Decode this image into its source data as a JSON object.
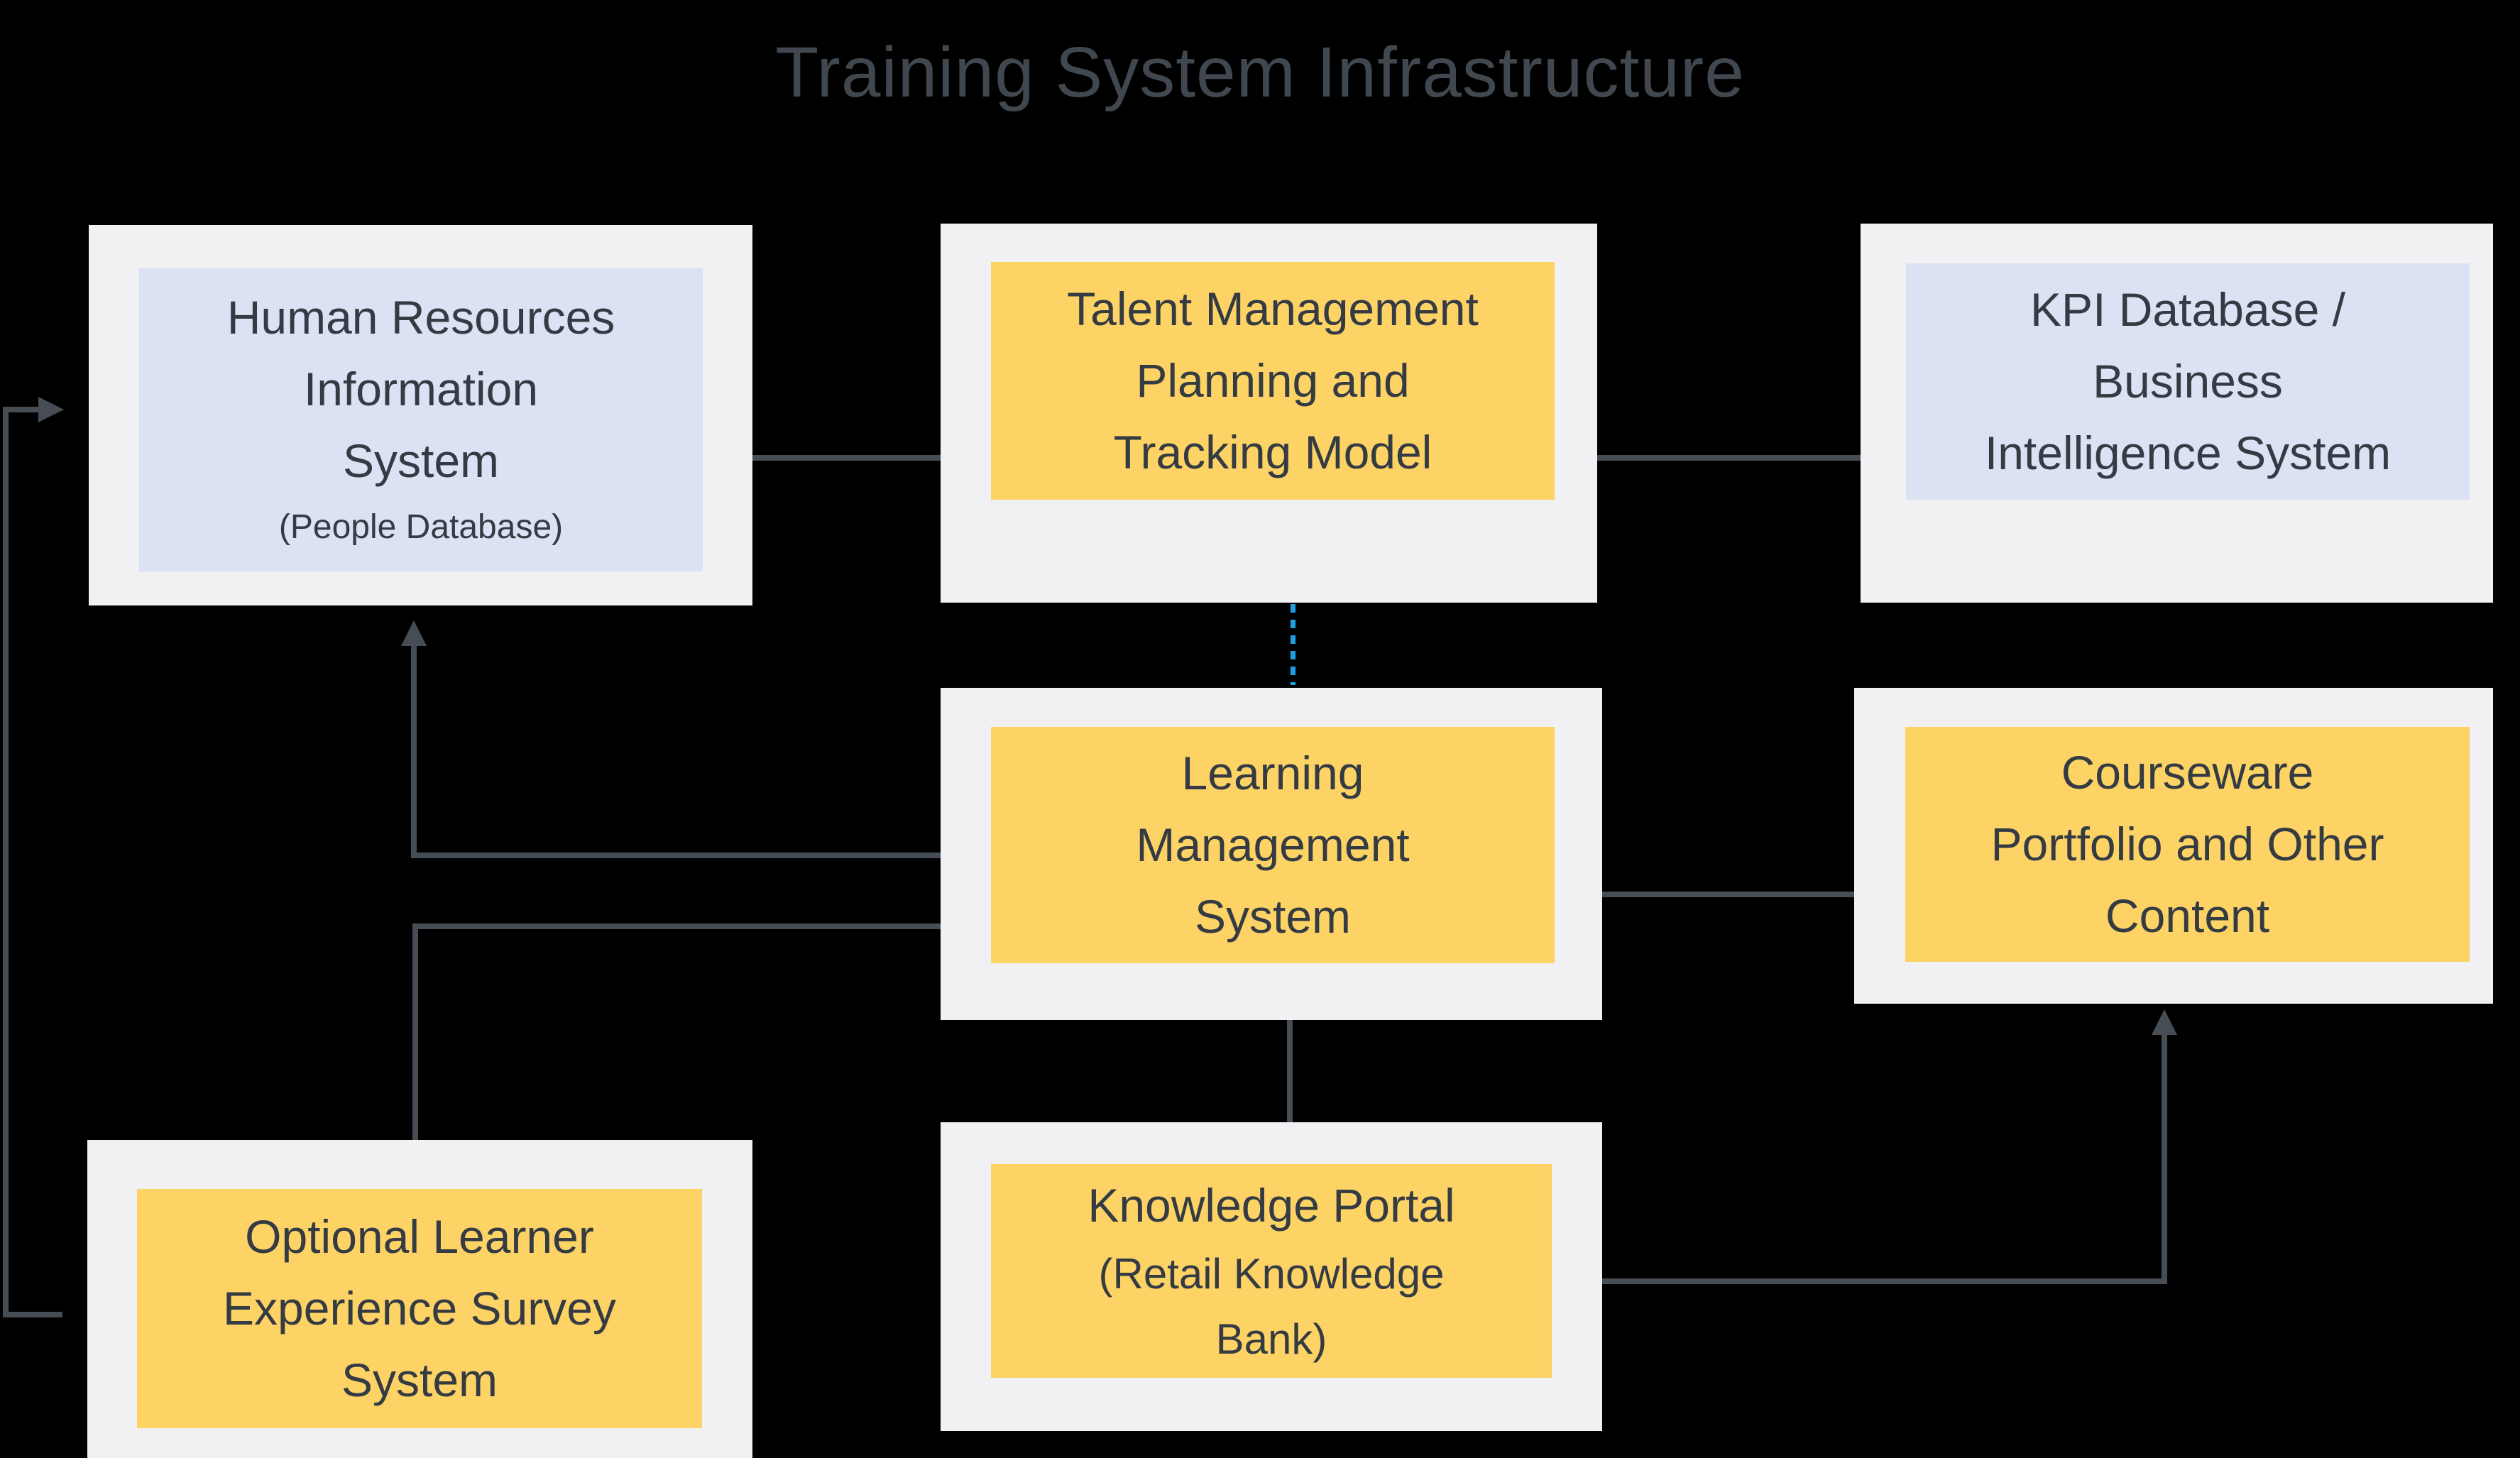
{
  "title": "Training System Infrastructure",
  "colors": {
    "background": "#000000",
    "node_container": "#f1f1f3",
    "node_yellow": "#fdd365",
    "node_lavender": "#dce1f3",
    "edge_line": "#474d55",
    "edge_dashed_blue": "#18a1e8",
    "text": "#343b43",
    "title_text": "#40474f"
  },
  "nodes": {
    "hris": {
      "fill": "lavender",
      "lines": [
        "Human Resources",
        "Information",
        "System"
      ],
      "subline": "(People Database)"
    },
    "talent": {
      "fill": "yellow",
      "lines": [
        "Talent Management",
        "Planning and",
        "Tracking Model"
      ]
    },
    "kpi": {
      "fill": "lavender",
      "lines": [
        "KPI Database /",
        "Business",
        "Intelligence System"
      ]
    },
    "lms": {
      "fill": "yellow",
      "lines": [
        "Learning",
        "Management",
        "System"
      ]
    },
    "courseware": {
      "fill": "yellow",
      "lines": [
        "Courseware",
        "Portfolio and Other",
        "Content"
      ]
    },
    "survey": {
      "fill": "yellow",
      "lines": [
        "Optional Learner",
        "Experience Survey",
        "System"
      ]
    },
    "portal": {
      "fill": "yellow",
      "lines": [
        "Knowledge Portal"
      ],
      "sublines": [
        "(Retail Knowledge",
        "Bank)"
      ]
    }
  },
  "connections": [
    {
      "from": "hris",
      "to": "talent",
      "style": "solid"
    },
    {
      "from": "talent",
      "to": "kpi",
      "style": "solid"
    },
    {
      "from": "talent",
      "to": "lms",
      "style": "dashed-blue"
    },
    {
      "from": "lms",
      "to": "courseware",
      "style": "solid"
    },
    {
      "from": "lms",
      "to": "portal",
      "style": "solid"
    },
    {
      "from": "lms",
      "to": "hris",
      "style": "solid-arrow-up-into-hris"
    },
    {
      "from": "lms",
      "to": "survey",
      "style": "solid"
    },
    {
      "from": "portal",
      "to": "courseware",
      "style": "solid-arrow-up-into-courseware"
    },
    {
      "from": "survey",
      "to": "hris",
      "style": "solid-left-loop-arrow-into-hris"
    }
  ]
}
